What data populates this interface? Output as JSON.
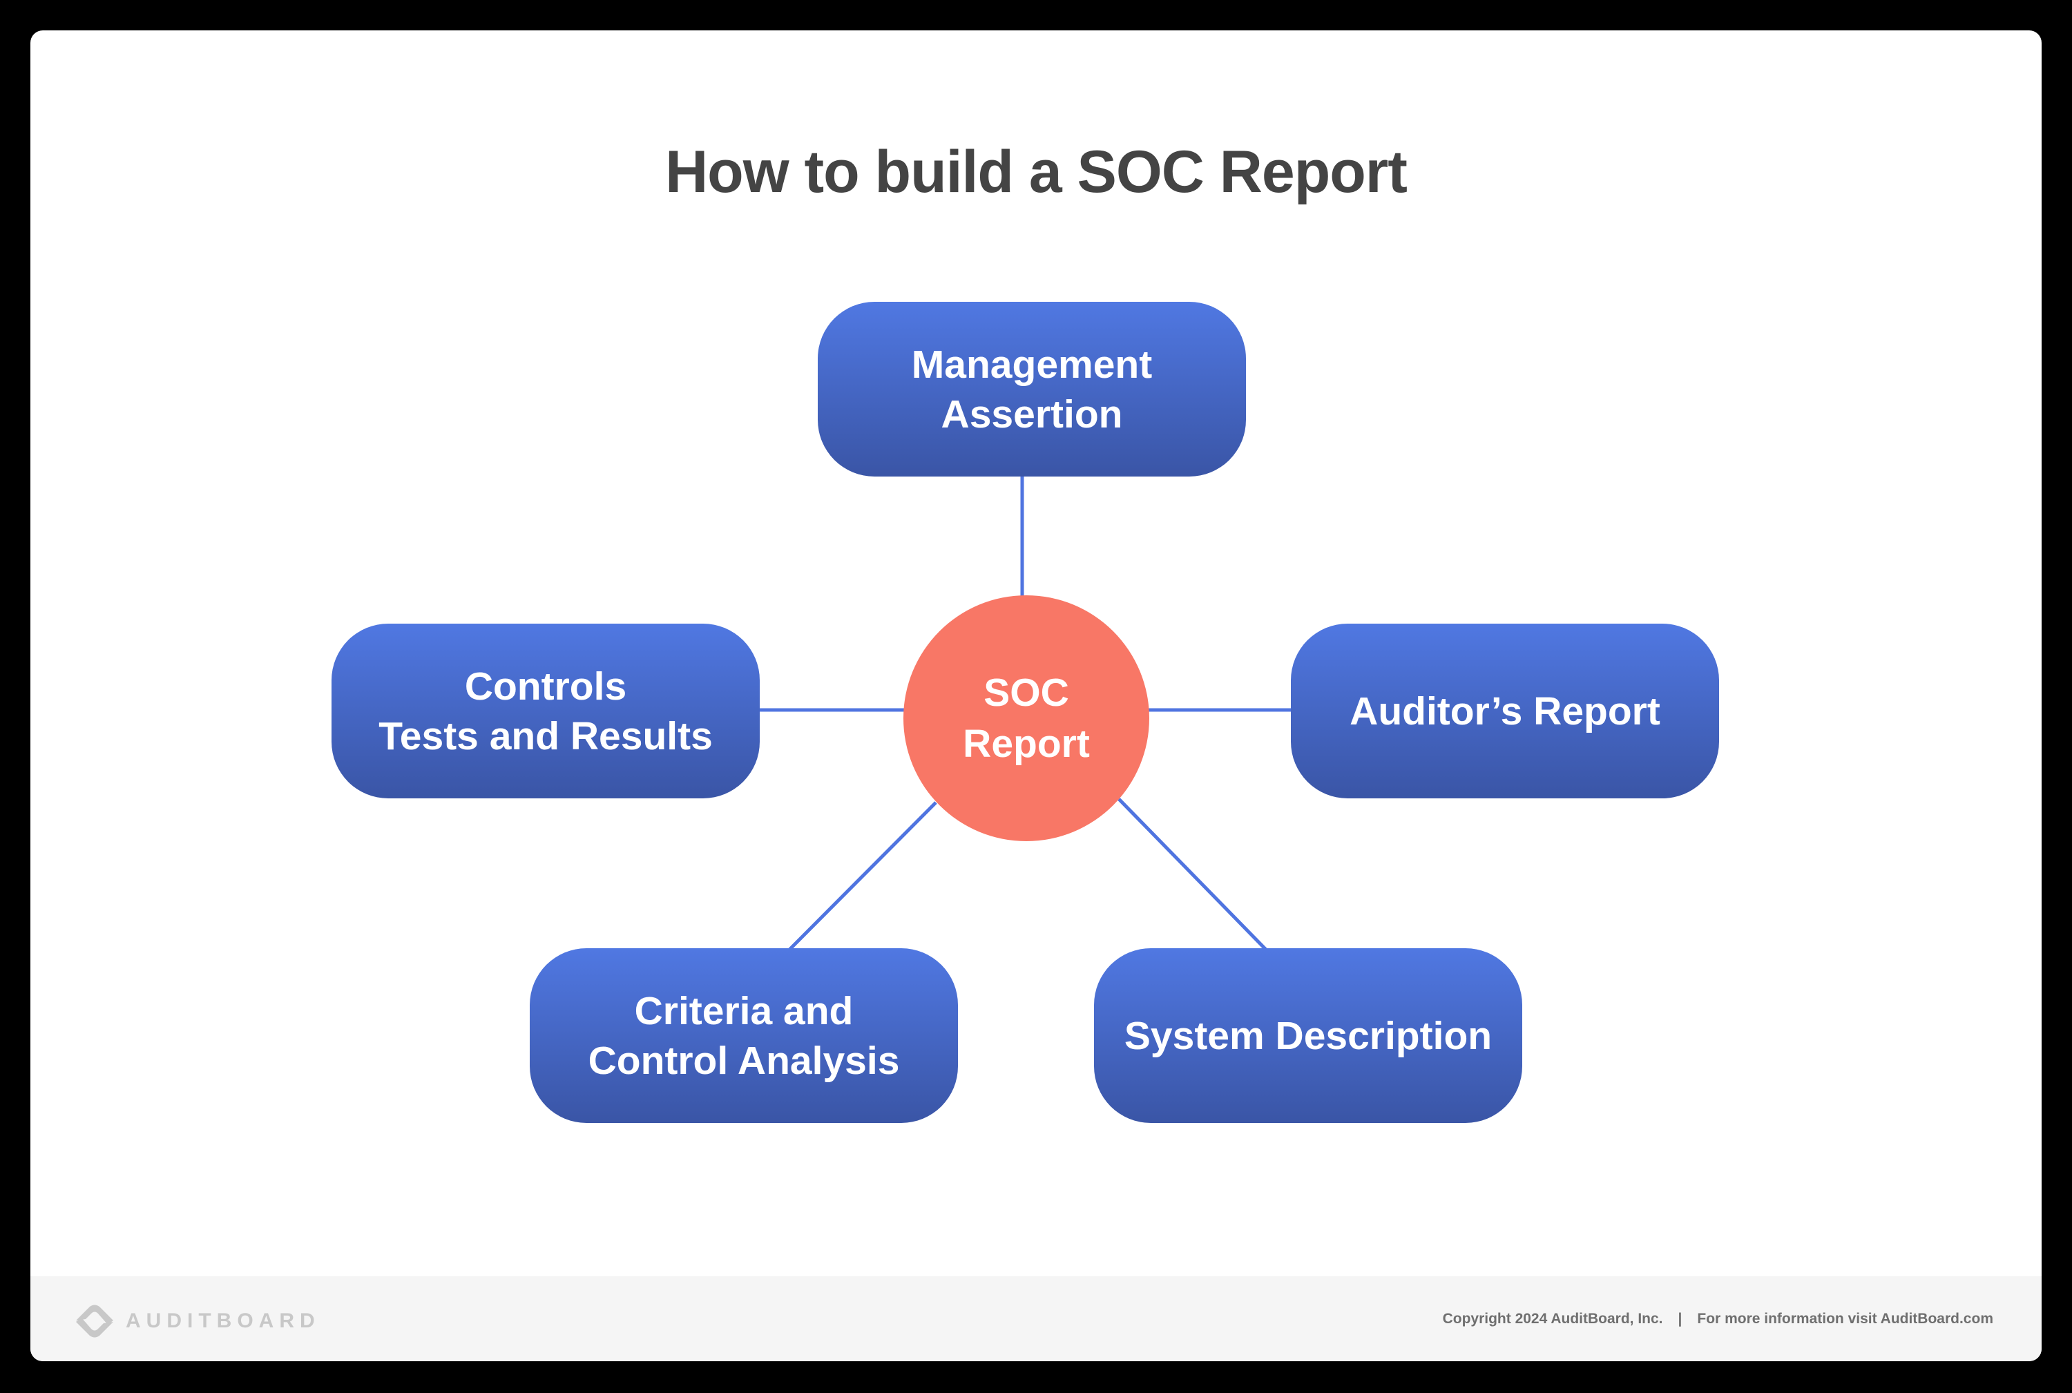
{
  "title": "How to build a SOC Report",
  "hub": {
    "label": "SOC\nReport",
    "color": "#f87766"
  },
  "nodes": {
    "top": {
      "label": "Management\nAssertion"
    },
    "left": {
      "label": "Controls\nTests and Results"
    },
    "right": {
      "label": "Auditor’s Report"
    },
    "bottom_left": {
      "label": "Criteria and\nControl Analysis"
    },
    "bottom_right": {
      "label": "System Description"
    }
  },
  "colors": {
    "node_gradient_top": "#5078e2",
    "node_gradient_bottom": "#3a55a6",
    "connector": "#4f74e0",
    "title": "#444444"
  },
  "footer": {
    "logo_text": "AUDITBOARD",
    "copyright": "Copyright 2024 AuditBoard, Inc.",
    "separator": "|",
    "more_info": "For more information visit AuditBoard.com"
  }
}
